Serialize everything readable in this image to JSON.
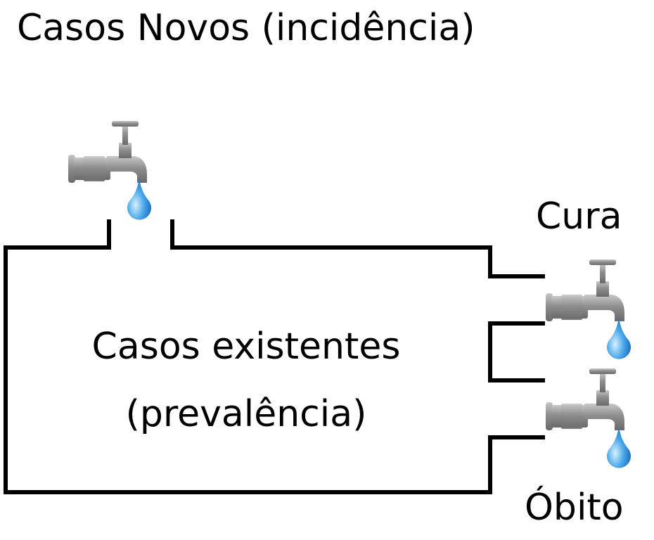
{
  "title": "Casos Novos (incidência)",
  "container": {
    "line1": "Casos existentes",
    "line2": "(prevalência)"
  },
  "outlets": {
    "cure_label": "Cura",
    "death_label": "Óbito"
  },
  "colors": {
    "outline": "#000000",
    "faucet": "#9a9a9a",
    "drop": "#2a8fd8"
  }
}
